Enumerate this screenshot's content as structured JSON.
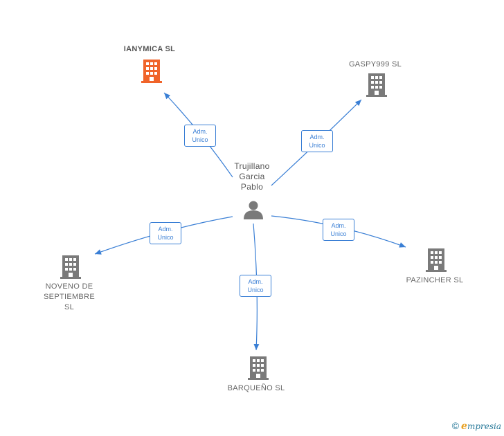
{
  "colors": {
    "edge": "#3a7fd5",
    "company": "#7a7a7a",
    "company_highlight": "#f0642a",
    "person": "#7a7a7a"
  },
  "center": {
    "name": "Trujillano\nGarcia\nPablo",
    "icon": "person-icon"
  },
  "companies": [
    {
      "id": "ianymica",
      "name": "IANYMICA  SL",
      "highlight": true,
      "icon": "building-icon"
    },
    {
      "id": "gaspy999",
      "name": "GASPY999  SL",
      "highlight": false,
      "icon": "building-icon"
    },
    {
      "id": "noveno",
      "name": "NOVENO DE\nSEPTIEMBRE\nSL",
      "highlight": false,
      "icon": "building-icon"
    },
    {
      "id": "pazincher",
      "name": "PAZINCHER  SL",
      "highlight": false,
      "icon": "building-icon"
    },
    {
      "id": "barqueno",
      "name": "BARQUEÑO  SL",
      "highlight": false,
      "icon": "building-icon"
    }
  ],
  "edges": [
    {
      "target": "ianymica",
      "label": "Adm.\nUnico"
    },
    {
      "target": "gaspy999",
      "label": "Adm.\nUnico"
    },
    {
      "target": "noveno",
      "label": "Adm.\nUnico"
    },
    {
      "target": "pazincher",
      "label": "Adm.\nUnico"
    },
    {
      "target": "barqueno",
      "label": "Adm.\nUnico"
    }
  ],
  "footer": {
    "copyright": "©",
    "brand_first": "e",
    "brand_rest": "mpresia"
  }
}
